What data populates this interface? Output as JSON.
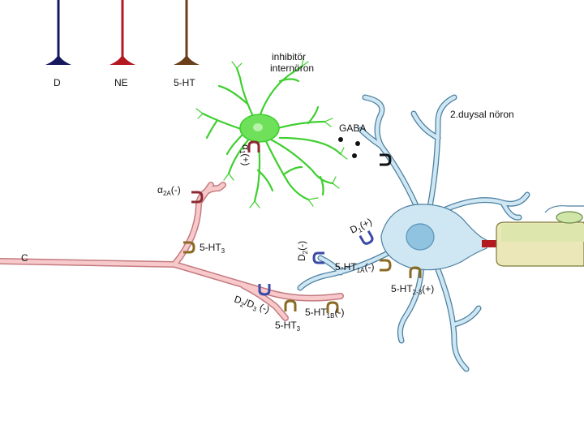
{
  "axon_labels": {
    "d": "D",
    "ne": "NE",
    "serotonin": "5-HT"
  },
  "interneuron": {
    "line1": "inhibitör",
    "line2": "internöron"
  },
  "second_neuron": "2.duysal nöron",
  "gaba": "GABA",
  "fiber_c": "C",
  "receptors": {
    "alpha1": {
      "sym": "α",
      "sub": "1",
      "tail": "(+)"
    },
    "alpha2a": {
      "sym": "α",
      "sub": "2A",
      "tail": "(-)"
    },
    "ht3_branch": {
      "main": "5-HT",
      "sub": "3"
    },
    "ht3_bottom": {
      "main": "5-HT",
      "sub": "3"
    },
    "d2_left": {
      "main": "D",
      "sub": "2",
      "tail": "(-)"
    },
    "d1": {
      "main": "D",
      "sub": "1",
      "tail": "(+)"
    },
    "d2d3": {
      "a": "D",
      "a_sub": "2",
      "mid": "/D",
      "b_sub": "3",
      "tail": " (-)"
    },
    "ht1a": {
      "main": "5-HT",
      "sub": "1A",
      "tail": "(-)"
    },
    "ht1b": {
      "main": "5-HT",
      "sub": "1B",
      "tail": "(-)"
    },
    "ht23": {
      "main": "5-HT",
      "sub": "2-3",
      "tail": "(+)"
    }
  },
  "colors": {
    "dopamine": "#16195e",
    "noradrenaline": "#b3191f",
    "serotonin": "#6b3f1b",
    "interneuron": "#3fcf2f",
    "second_neuron_fill": "#cfe6f3",
    "second_neuron_stroke": "#4a7f9f",
    "c_fiber_fill": "#f7c9cb",
    "c_fiber_stroke": "#c47b80",
    "receptor_dopamine": "#3a4aa8",
    "receptor_serotonin": "#8a6a22",
    "receptor_alpha": "#8b2a30"
  }
}
